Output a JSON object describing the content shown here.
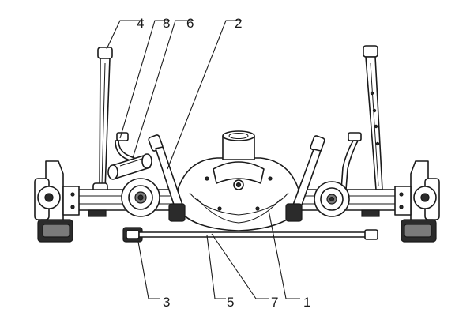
{
  "callouts": {
    "top": [
      "4",
      "8",
      "6",
      "2"
    ],
    "bottom": [
      "3",
      "5",
      "7",
      "1"
    ]
  }
}
